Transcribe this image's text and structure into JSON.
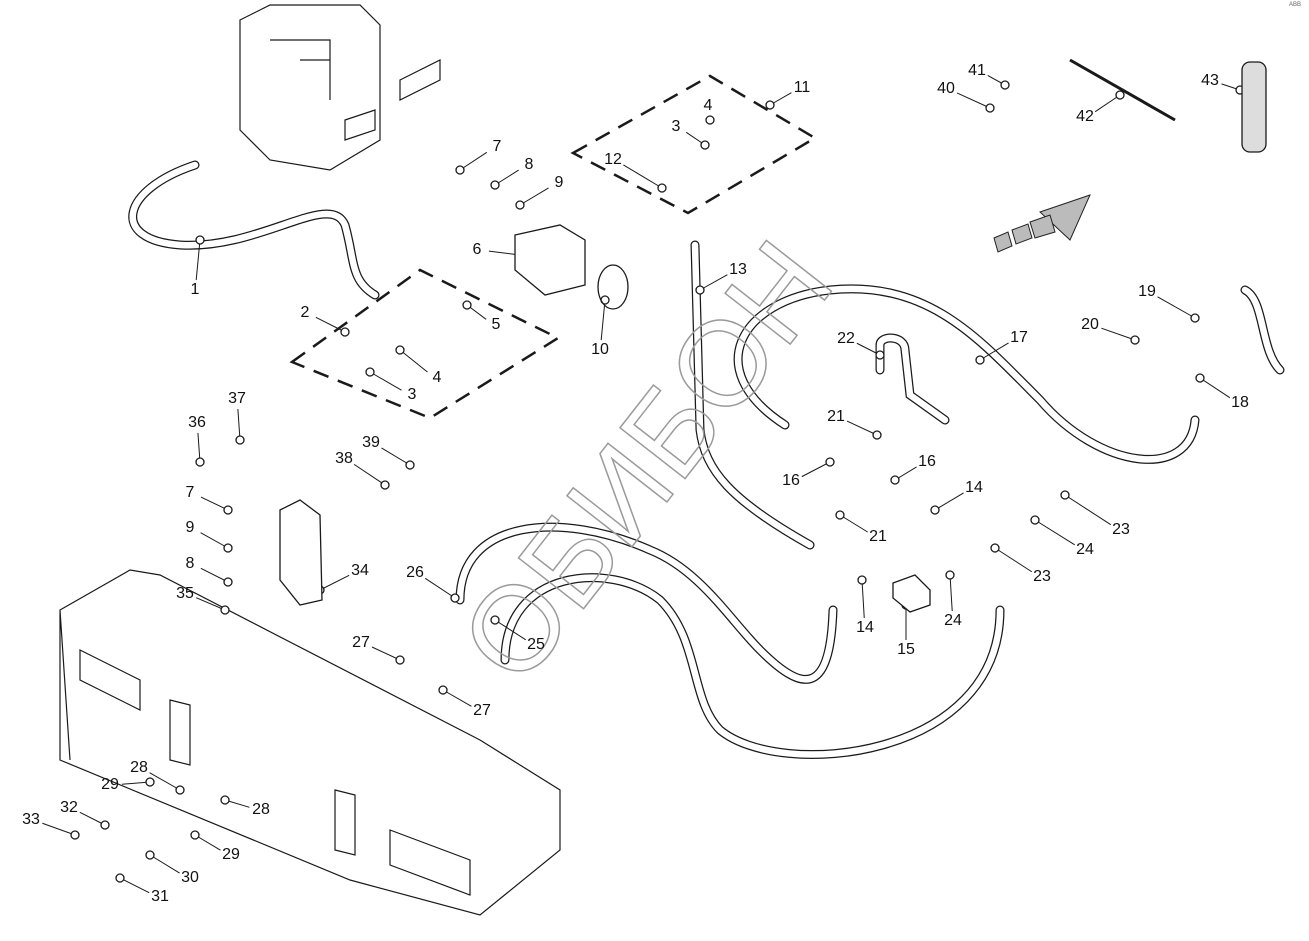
{
  "diagram": {
    "callouts": [
      "1",
      "2",
      "3",
      "3",
      "4",
      "4",
      "5",
      "6",
      "7",
      "7",
      "8",
      "8",
      "9",
      "9",
      "10",
      "11",
      "12",
      "13",
      "14",
      "14",
      "15",
      "16",
      "16",
      "17",
      "18",
      "19",
      "20",
      "21",
      "21",
      "22",
      "23",
      "23",
      "24",
      "24",
      "25",
      "26",
      "27",
      "27",
      "28",
      "28",
      "29",
      "29",
      "30",
      "31",
      "32",
      "33",
      "34",
      "35",
      "36",
      "37",
      "38",
      "39",
      "40",
      "41",
      "42",
      "43"
    ],
    "watermark": "ОБИБОН",
    "corner_mark": "ABB"
  },
  "colors": {
    "line": "#1a1a1a",
    "watermark": "#9a9a9a",
    "background": "#ffffff"
  }
}
